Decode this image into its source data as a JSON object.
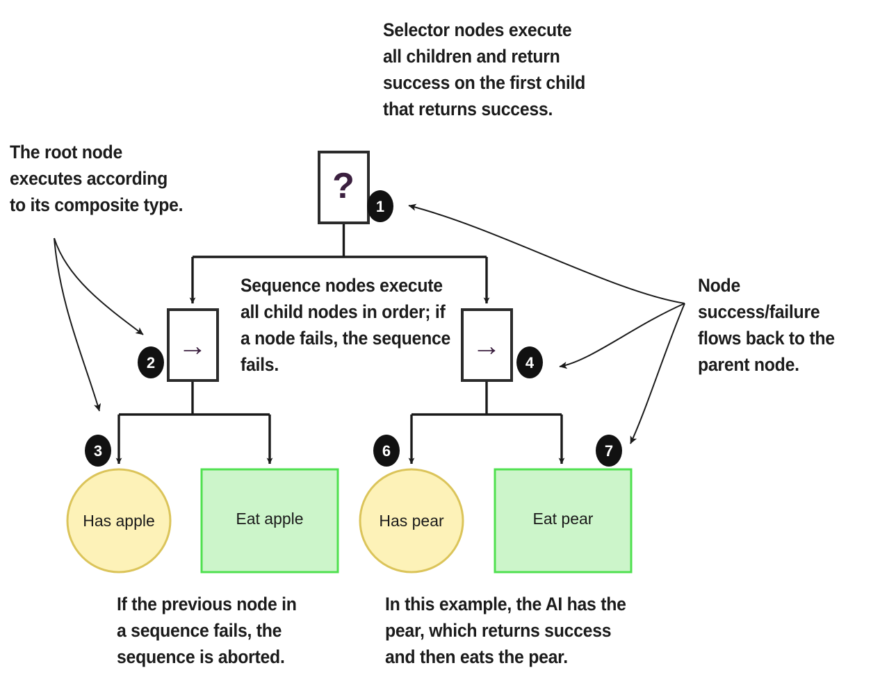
{
  "title": "Behavior tree execution diagram",
  "colors": {
    "condition_fill": "#fdf2b8",
    "condition_stroke": "#dbc45a",
    "action_fill": "#ccf5ca",
    "action_stroke": "#4fe04f",
    "composite_fill": "#ffffff",
    "composite_stroke": "#2b2b2b",
    "glyph": "#3b1f3f",
    "badge_fill": "#111111",
    "badge_text": "#ffffff",
    "line": "#1a1a1a",
    "text": "#1b1b1b",
    "background": "#ffffff"
  },
  "nodes": {
    "root": {
      "glyph": "?",
      "type": "selector",
      "badge": "1"
    },
    "sequence_left": {
      "glyph": "→",
      "type": "sequence",
      "badge": "2"
    },
    "sequence_right": {
      "glyph": "→",
      "type": "sequence",
      "badge": "4"
    },
    "has_apple": {
      "label": "Has apple",
      "shape": "circle",
      "badge": "3"
    },
    "eat_apple": {
      "label": "Eat apple",
      "shape": "rect",
      "badge": ""
    },
    "has_pear": {
      "label": "Has pear",
      "shape": "circle",
      "badge": "6"
    },
    "eat_pear": {
      "label": "Eat pear",
      "shape": "rect",
      "badge": "7"
    }
  },
  "badges": [
    "1",
    "2",
    "3",
    "4",
    "6",
    "7"
  ],
  "annotations": {
    "selector": "Selector nodes execute\nall children and return\nsuccess on the first child\nthat returns success.",
    "root": "The root node\nexecutes according\nto its composite type.",
    "sequence": "Sequence nodes execute\nall child nodes in order; if\na node fails, the sequence\nfails.",
    "flow_back": "Node success/failure\nflows back to the\nparent node.",
    "abort": "If the previous node in\na sequence fails, the\nsequence is aborted.",
    "example": "In this example, the AI has the\npear, which returns success\nand then eats the pear."
  }
}
